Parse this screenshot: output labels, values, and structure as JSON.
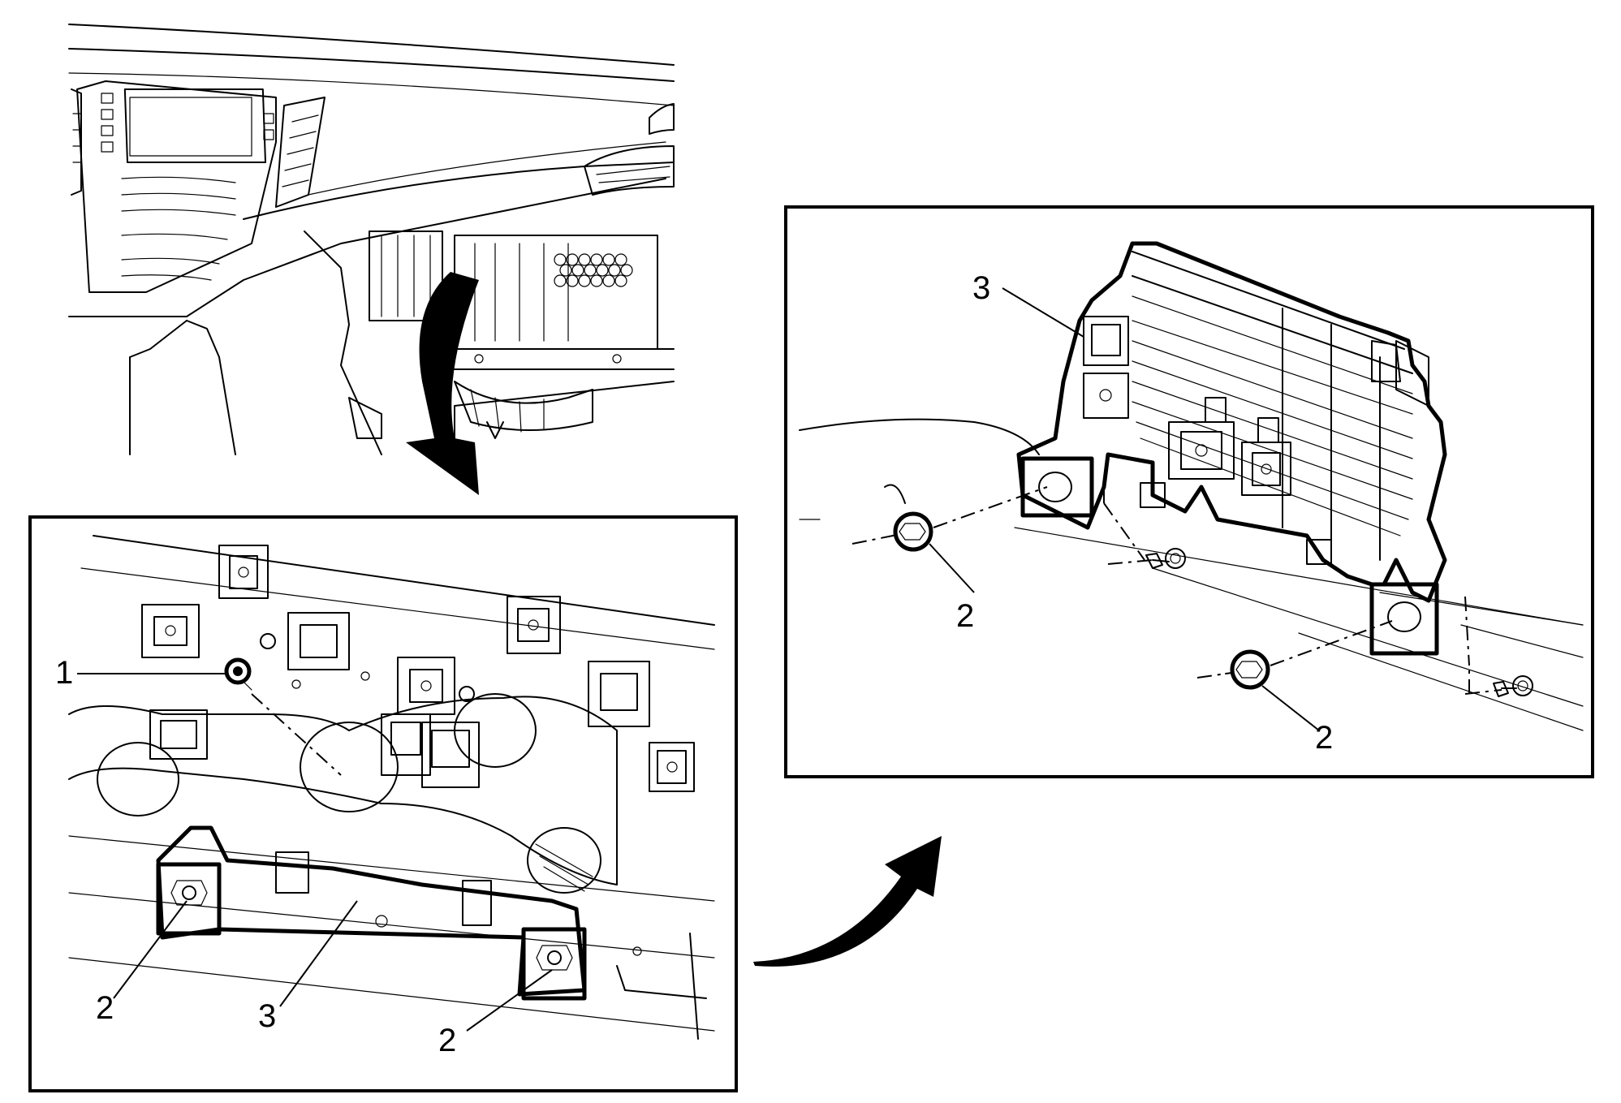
{
  "callouts": {
    "a": "1",
    "b": "2",
    "c": "3",
    "d": "2",
    "e": "3",
    "f": "2",
    "g": "2"
  }
}
